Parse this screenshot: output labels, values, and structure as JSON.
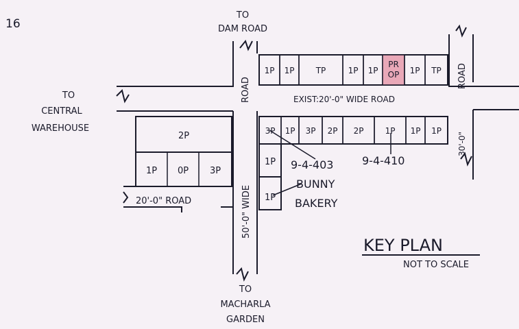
{
  "page_mark": "16",
  "directions": {
    "north": [
      "TO",
      "DAM ROAD"
    ],
    "west": [
      "TO",
      "CENTRAL",
      "WAREHOUSE"
    ],
    "south": [
      "TO",
      "MACHARLA",
      "GARDEN"
    ]
  },
  "roads": {
    "top_vertical": "ROAD",
    "right_vertical": "ROAD",
    "exist_road": "EXIST:20'-0\" WIDE ROAD",
    "wide_road": "50'-0\" WIDE",
    "left_road": "20'-0\" ROAD",
    "right_small": "30'-0\""
  },
  "top_row_plots": [
    "1P",
    "1P",
    "TP",
    "1P",
    "1P",
    "PR OP",
    "1P",
    "TP"
  ],
  "highlight_plot": "PR OP",
  "bottom_row_plots": [
    "3P",
    "1P",
    "3P",
    "2P",
    "2P",
    "1P",
    "1P",
    "1P"
  ],
  "left_block": {
    "top": "2P",
    "bottom": [
      "1P",
      "0P",
      "3P"
    ]
  },
  "column_plots": [
    "1P",
    "1P"
  ],
  "numbers": [
    "9-4-403",
    "9-4-410"
  ],
  "shop": [
    "BUNNY",
    "BAKERY"
  ],
  "key": {
    "title": "KEY PLAN",
    "subtitle": "NOT TO SCALE"
  },
  "colors": {
    "ink": "#1a1a2a",
    "paper": "#f6f1f6",
    "highlight": "#e9a8b8"
  }
}
